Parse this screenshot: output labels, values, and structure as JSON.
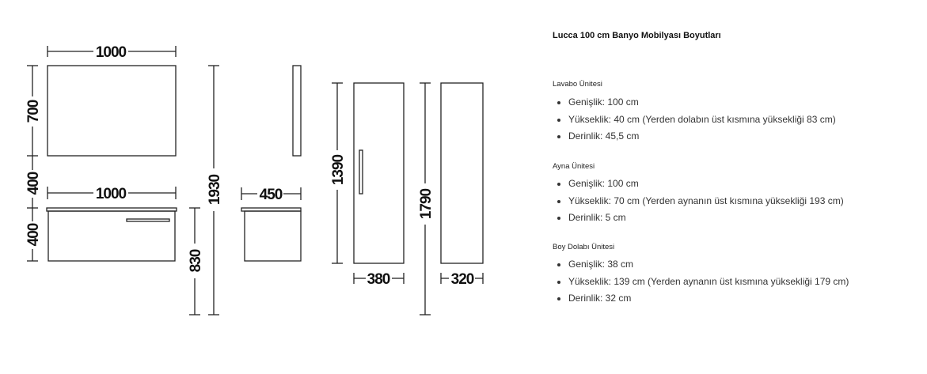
{
  "drawing": {
    "labels": {
      "mirror_width": "1000",
      "mirror_height": "700",
      "gap_height": "400",
      "cabinet_height": "400",
      "cabinet_width": "1000",
      "cabinet_floor_height": "830",
      "total_height": "1930",
      "cabinet_depth": "450",
      "tall_height": "1390",
      "tall_floor_height": "1790",
      "tall_width": "380",
      "tall_depth": "320"
    }
  },
  "specs": {
    "title": "Lucca 100 cm Banyo Mobilyası Boyutları",
    "sections": [
      {
        "heading": "Lavabo Ünitesi",
        "items": [
          "Genişlik: 100 cm",
          "Yükseklik: 40 cm (Yerden dolabın üst kısmına yüksekliği 83 cm)",
          "Derinlik: 45,5 cm"
        ]
      },
      {
        "heading": "Ayna Ünitesi",
        "items": [
          "Genişlik: 100 cm",
          "Yükseklik: 70 cm (Yerden aynanın üst kısmına yüksekliği 193 cm)",
          "Derinlik: 5 cm"
        ]
      },
      {
        "heading": "Boy Dolabı Ünitesi",
        "items": [
          "Genişlik: 38 cm",
          "Yükseklik: 139 cm (Yerden aynanın üst kısmına yüksekliği 179 cm)",
          "Derinlik: 32 cm"
        ]
      }
    ]
  }
}
